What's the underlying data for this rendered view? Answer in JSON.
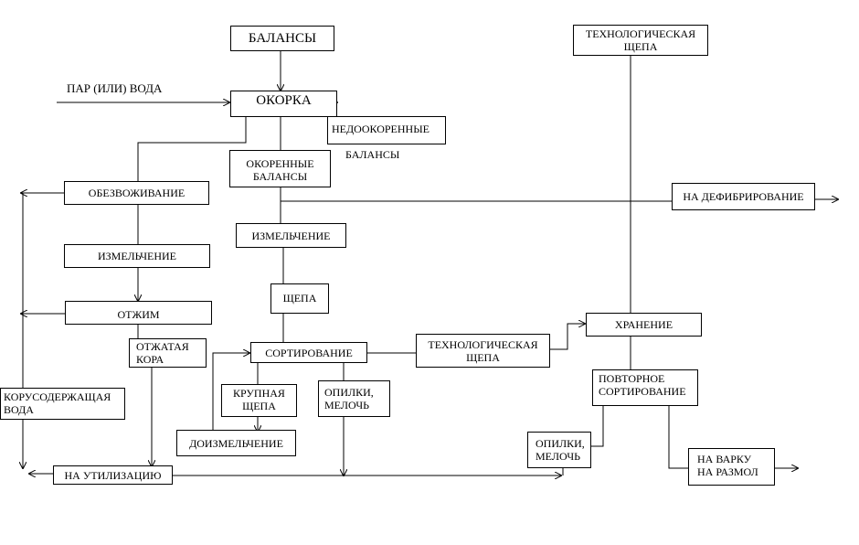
{
  "diagram": {
    "nodes": {
      "balansy": "БАЛАНСЫ",
      "tech_chips_top": "ТЕХНОЛОГИЧЕСКАЯ\nЩЕПА",
      "debarking": "ОКОРКА",
      "under_debarked": "НЕДООКОРЕННЫЕ",
      "debarked_logs": "ОКОРЕННЫЕ\nБАЛАНСЫ",
      "dewatering": "ОБЕЗВОЖИВАНИЕ",
      "to_grinding": "НА ДЕФИБРИРОВАНИЕ",
      "chipping_bark": "ИЗМЕЛЬЧЕНИЕ",
      "chipping_logs": "ИЗМЕЛЬЧЕНИЕ",
      "chips": "ЩЕПА",
      "pressing": "ОТЖИМ",
      "storage": "ХРАНЕНИЕ",
      "pressed_bark": "ОТЖАТАЯ\nКОРА",
      "sorting": "СОРТИРОВАНИЕ",
      "tech_chips_mid": "ТЕХНОЛОГИЧЕСКАЯ\nЩЕПА",
      "resorting": "ПОВТОРНОЕ\nСОРТИРОВАНИЕ",
      "large_chips": "КРУПНАЯ\nЩЕПА",
      "sawdust_1": "ОПИЛКИ,\nМЕЛОЧЬ",
      "bark_water": "КОРУСОДЕРЖАЩАЯ\nВОДА",
      "regrinding": "ДОИЗМЕЛЬЧЕНИЕ",
      "sawdust_2": "ОПИЛКИ,\nМЕЛОЧЬ",
      "to_cooking": "НА ВАРКУ\nНА РАЗМОЛ",
      "to_utilization": "НА УТИЛИЗАЦИЮ"
    },
    "labels": {
      "steam_water": "ПАР (ИЛИ) ВОДА",
      "balansy_under": "БАЛАНСЫ"
    }
  }
}
